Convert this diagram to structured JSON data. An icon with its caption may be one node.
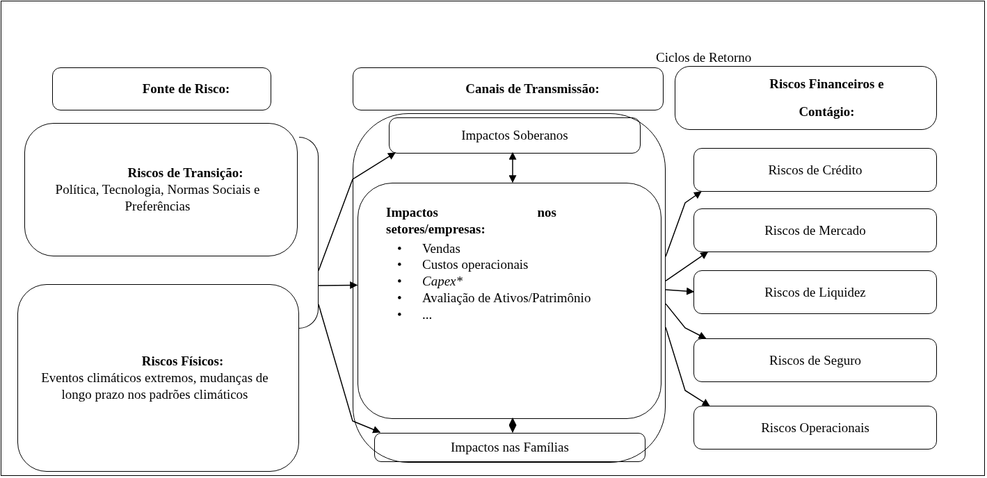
{
  "diagram": {
    "nodes": [
      {
        "text": [
          "Fonte de Risco:"
        ]
      },
      {
        "text": [
          "Canais de Transmissão:"
        ]
      },
      {
        "text": [
          "Riscos Financeiros e Contágio:"
        ]
      },
      {
        "text": [
          "Riscos de Transição:",
          "Política, Tecnologia, Normas Sociais e Preferências"
        ]
      },
      {
        "text": [
          "Riscos Físicos:",
          "Eventos climáticos extremos, mudanças de longo prazo nos padrões climáticos"
        ]
      },
      {
        "text": [],
        "shape": "bracket"
      },
      {
        "text": [],
        "shape": "box"
      },
      {
        "text": [
          "Impactos Soberanos"
        ],
        "in": 6
      },
      {
        "text": [
          "Impactos nos setores/empresas:",
          "•",
          "Vendas",
          "•",
          "Custos operacionais",
          "•",
          "Capex*",
          "•",
          "Avaliação de Ativos/Patrimônio",
          "•",
          "..."
        ],
        "in": 6
      },
      {
        "text": [
          "Impactos nas Famílias"
        ],
        "in": 6
      },
      {
        "text": [
          "Riscos de Crédito"
        ]
      },
      {
        "text": [
          "Riscos de Mercado"
        ]
      },
      {
        "text": [
          "Riscos de Liquidez"
        ]
      },
      {
        "text": [
          "Riscos de Seguro"
        ]
      },
      {
        "text": [
          "Riscos Operacionais"
        ]
      }
    ],
    "edges": [
      {
        "from": 5,
        "to": 7,
        "arrow": "to"
      },
      {
        "from": 5,
        "to": 8,
        "arrow": "to"
      },
      {
        "from": 5,
        "to": 9,
        "arrow": "to"
      },
      {
        "from": 7,
        "to": 8,
        "arrow": "both"
      },
      {
        "from": 8,
        "to": 9,
        "arrow": "both"
      },
      {
        "from": 6,
        "to": 10,
        "arrow": "to"
      },
      {
        "from": 6,
        "to": 11,
        "arrow": "to"
      },
      {
        "from": 6,
        "to": 12,
        "arrow": "to"
      },
      {
        "from": 6,
        "to": 13,
        "arrow": "to"
      },
      {
        "from": 6,
        "to": 14,
        "arrow": "to"
      }
    ],
    "labels": [
      "Ciclos de Retorno"
    ]
  }
}
